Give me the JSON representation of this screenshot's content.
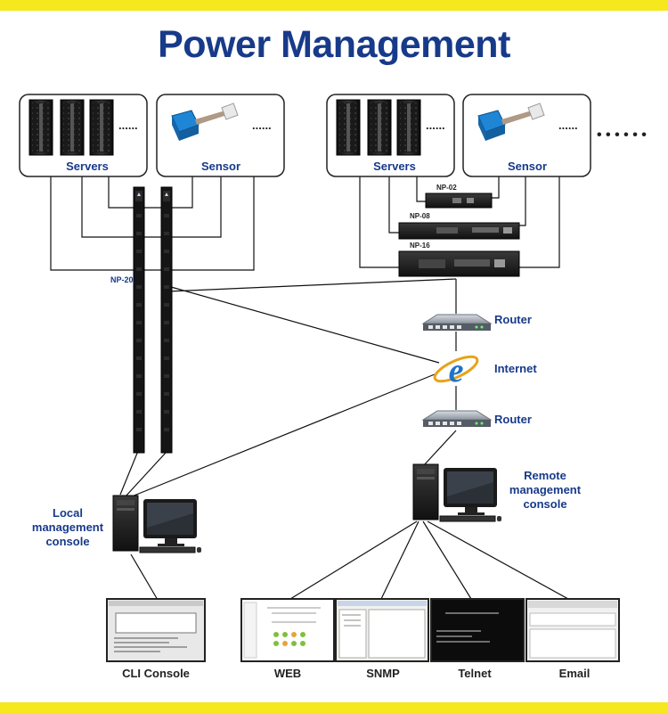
{
  "title": "Power Management",
  "left_group": {
    "servers_label": "Servers",
    "sensor_label": "Sensor",
    "dots": "......",
    "pdu_label": "NP-20"
  },
  "right_group": {
    "servers_label": "Servers",
    "sensor_label": "Sensor",
    "dots": "......",
    "extra_dots": "• • • • • •",
    "device_labels": [
      "NP-02",
      "NP-08",
      "NP-16"
    ]
  },
  "network": {
    "router_top": "Router",
    "internet": "Internet",
    "router_bottom": "Router"
  },
  "local_console": [
    "Local",
    "management",
    "console"
  ],
  "remote_console": [
    "Remote",
    "management",
    "console"
  ],
  "consoles": {
    "cli": "CLI Console",
    "web": "WEB",
    "snmp": "SNMP",
    "telnet": "Telnet",
    "email": "Email"
  },
  "colors": {
    "title_blue": "#173a8a",
    "accent_yellow": "#f5e81c"
  }
}
